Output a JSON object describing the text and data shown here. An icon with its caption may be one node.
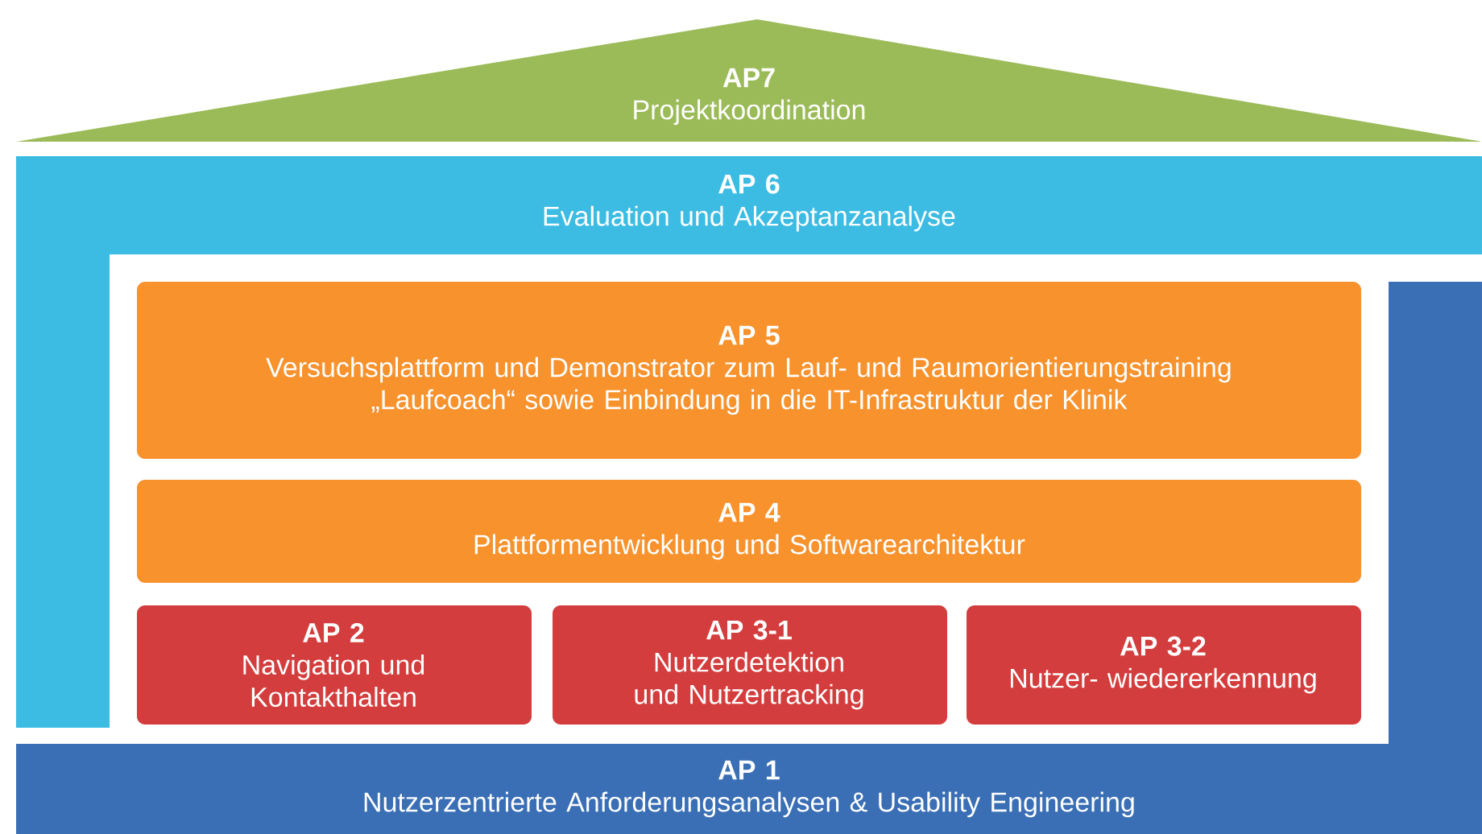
{
  "diagram": {
    "nodes": [
      {
        "text": [
          "AP7",
          "Projektkoordination"
        ]
      },
      {
        "text": [
          "AP 6",
          "Evaluation und Akzeptanzanalyse"
        ]
      },
      {
        "text": [
          "AP 5",
          "Versuchsplattform und Demonstrator zum Lauf- und Raumorientierungstraining „Laufcoach“ sowie Einbindung in die IT-Infrastruktur der Klinik"
        ]
      },
      {
        "text": [
          "AP 4",
          "Plattformentwicklung und Softwarearchitektur"
        ]
      },
      {
        "text": [
          "AP 2",
          "Navigation und Kontakthalten"
        ]
      },
      {
        "text": [
          "AP 3-1",
          "Nutzerdetektion und Nutzertracking"
        ]
      },
      {
        "text": [
          "AP 3-2",
          "Nutzer- wiedererkennung"
        ]
      },
      {
        "text": [
          "AP 1",
          "Nutzerzentrierte Anforderungsanalysen & Usability Engineering"
        ]
      }
    ]
  }
}
